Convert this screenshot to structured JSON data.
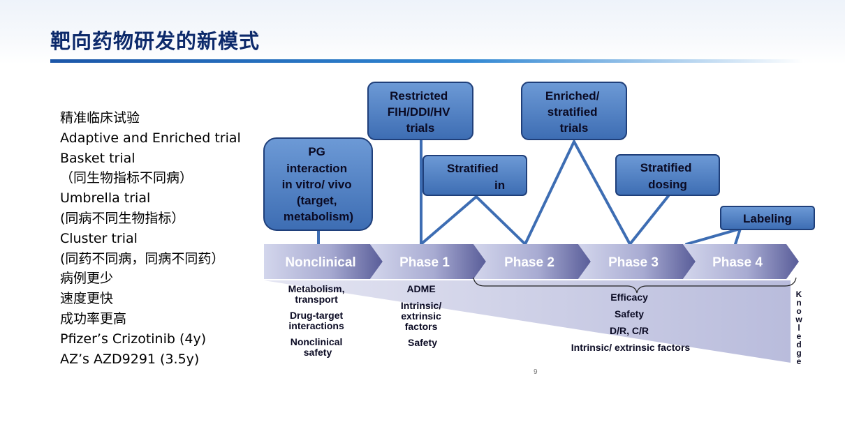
{
  "slide": {
    "title": "靶向药物研发的新模式",
    "page_number": "9"
  },
  "left_list": [
    "精准临床试验",
    "Adaptive and Enriched trial",
    "Basket trial",
    "（同生物指标不同病）",
    "Umbrella trial",
    "(同病不同生物指标）",
    "Cluster trial",
    "(同药不同病，同病不同药）",
    "病例更少",
    "速度更快",
    "成功率更高",
    "Pfizer’s Crizotinib (4y)",
    "AZ’s AZD9291 (3.5y)"
  ],
  "diagram": {
    "phases": [
      "Nonclinical",
      "Phase 1",
      "Phase 2",
      "Phase 3",
      "Phase 4"
    ],
    "boxes": {
      "pg": [
        "PG",
        "interaction",
        "in vitro/ vivo",
        "(target,",
        "metabolism)"
      ],
      "restricted": [
        "Restricted",
        "FIH/DDI/HV",
        "trials"
      ],
      "stratified_in": [
        "Stratified",
        "in"
      ],
      "enriched": [
        "Enriched/",
        "stratified",
        "trials"
      ],
      "stratified_dosing": [
        "Stratified",
        "dosing"
      ],
      "labeling": [
        "Labeling"
      ]
    },
    "below": {
      "nonclinical": [
        "Metabolism,",
        "transport",
        "Drug-target",
        "interactions",
        "Nonclinical",
        "safety"
      ],
      "phase1": [
        "ADME",
        "Intrinsic/",
        "extrinsic",
        "factors",
        "Safety"
      ],
      "later": [
        "Efficacy",
        "Safety",
        "D/R, C/R",
        "Intrinsic/ extrinsic factors"
      ]
    },
    "knowledge": "Knowledge",
    "colors": {
      "box_fill_top": "#5e8fd0",
      "box_fill_bottom": "#3f6fb5",
      "box_border": "#1f3f7a",
      "arrow_light": "#c9cce6",
      "arrow_dark": "#5a5e9a",
      "wedge": "#c4c6e2"
    }
  }
}
